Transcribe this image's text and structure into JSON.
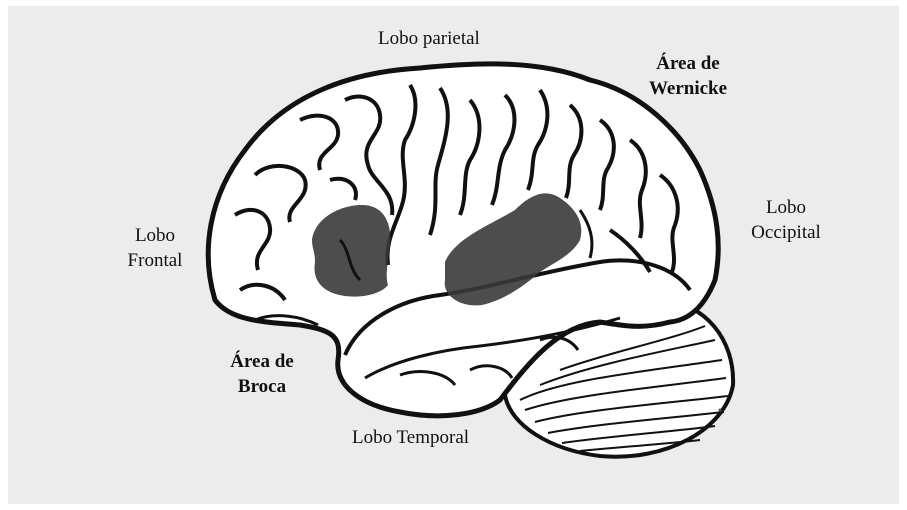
{
  "labels": {
    "parietal": "Lobo parietal",
    "wernicke_line1": "Área de",
    "wernicke_line2": "Wernicke",
    "frontal_line1": "Lobo",
    "frontal_line2": "Frontal",
    "occipital_line1": "Lobo",
    "occipital_line2": "Occipital",
    "broca_line1": "Área de",
    "broca_line2": "Broca",
    "temporal": "Lobo Temporal"
  },
  "colors": {
    "background": "#ececec",
    "outline": "#111111",
    "highlight": "#3a3a3a"
  }
}
